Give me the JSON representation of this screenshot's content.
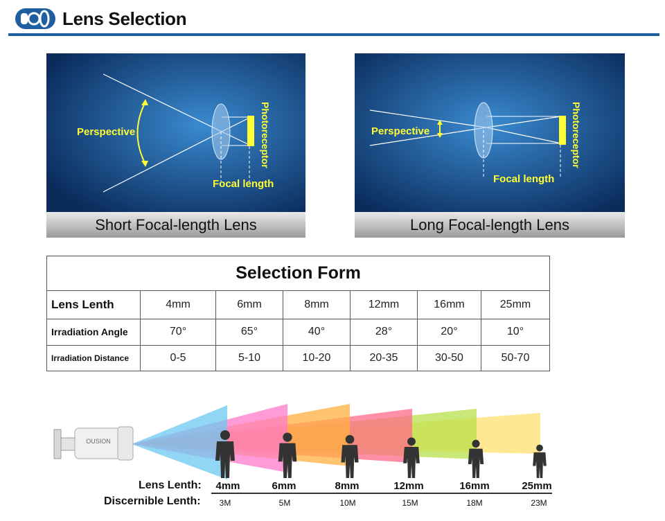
{
  "header": {
    "title": "Lens Selection"
  },
  "panels": {
    "short": {
      "caption": "Short Focal-length Lens",
      "perspective": "Perspective",
      "photoreceptor": "Photoreceptor",
      "focal_length": "Focal length"
    },
    "long": {
      "caption": "Long Focal-length Lens",
      "perspective": "Perspective",
      "photoreceptor": "Photoreceptor",
      "focal_length": "Focal length"
    }
  },
  "table": {
    "title": "Selection Form",
    "rows": [
      {
        "label": "Lens Lenth",
        "values": [
          "4mm",
          "6mm",
          "8mm",
          "12mm",
          "16mm",
          "25mm"
        ]
      },
      {
        "label": "Irradiation Angle",
        "values": [
          "70°",
          "65°",
          "40°",
          "28°",
          "20°",
          "10°"
        ]
      },
      {
        "label": "Irradiation Distance",
        "values": [
          "0-5",
          "5-10",
          "10-20",
          "20-35",
          "30-50",
          "50-70"
        ]
      }
    ]
  },
  "diagram": {
    "camera_brand": "OUSION",
    "lens_label": "Lens Lenth:",
    "distance_label": "Discernible Lenth:",
    "lenses": [
      "4mm",
      "6mm",
      "8mm",
      "12mm",
      "16mm",
      "25mm"
    ],
    "distances": [
      "3M",
      "5M",
      "10M",
      "15M",
      "18M",
      "23M"
    ],
    "colors": [
      "#6cc8f0",
      "#ff7ac8",
      "#ffb040",
      "#ff6a8a",
      "#b8e04a",
      "#ffe070"
    ]
  }
}
